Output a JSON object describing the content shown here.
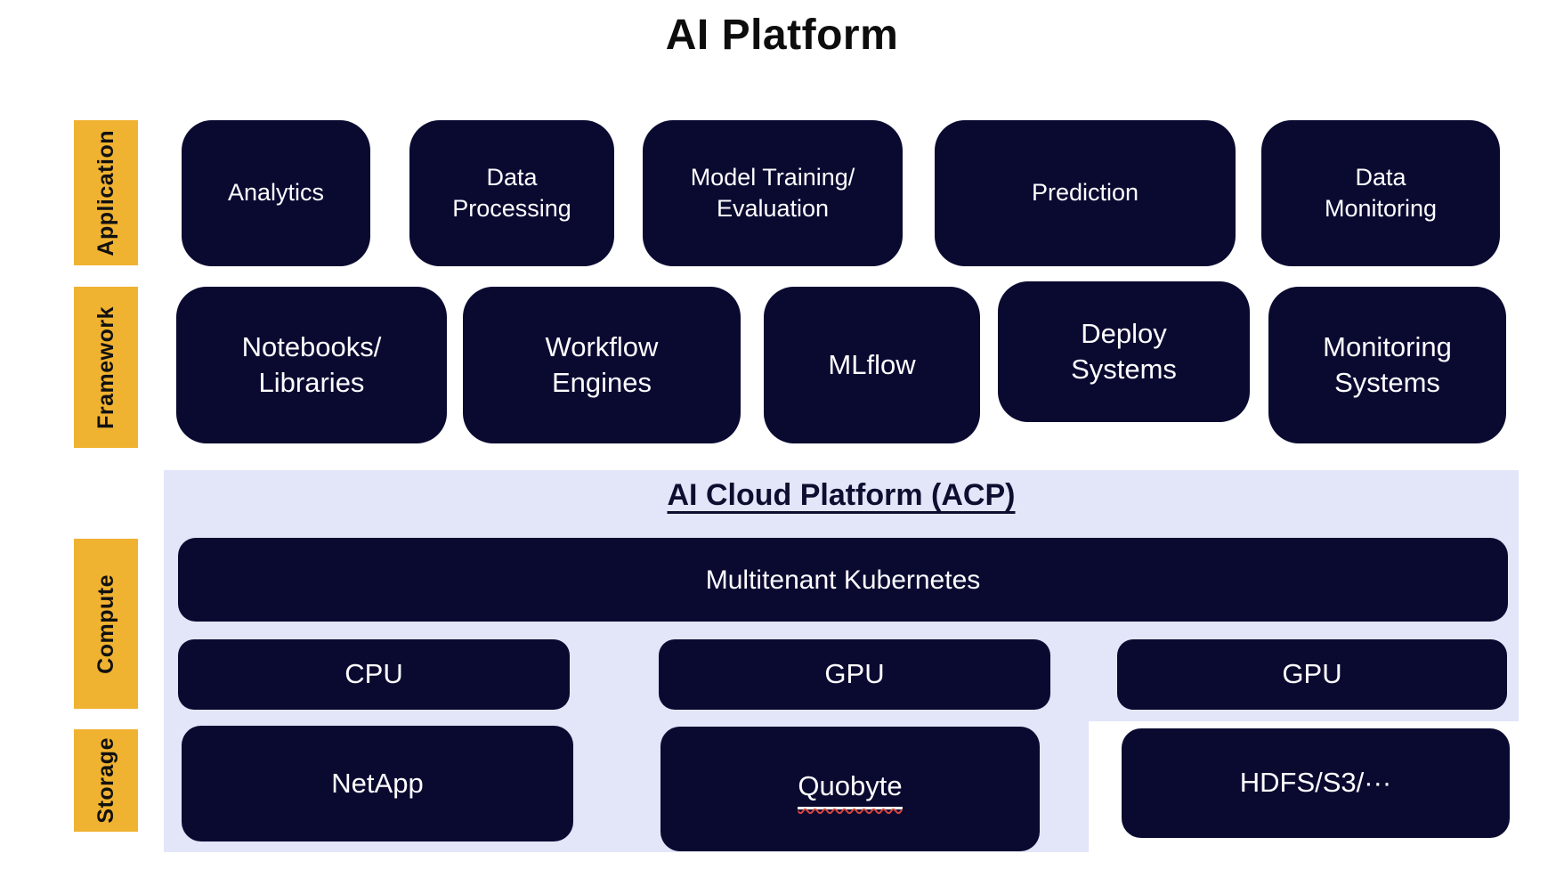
{
  "title": "AI Platform",
  "layers": {
    "application": "Application",
    "framework": "Framework",
    "compute": "Compute",
    "storage": "Storage"
  },
  "acp": {
    "title": "AI Cloud Platform (ACP)"
  },
  "application_row": {
    "analytics": "Analytics",
    "data_processing": "Data\nProcessing",
    "model_training": "Model Training/\nEvaluation",
    "prediction": "Prediction",
    "data_monitoring": "Data\nMonitoring"
  },
  "framework_row": {
    "notebooks": "Notebooks/\nLibraries",
    "workflow": "Workflow\nEngines",
    "mlflow": "MLflow",
    "deploy": "Deploy\nSystems",
    "monitoring": "Monitoring\nSystems"
  },
  "compute_row": {
    "kubernetes": "Multitenant Kubernetes",
    "cpu": "CPU",
    "gpu_1": "GPU",
    "gpu_2": "GPU"
  },
  "storage_row": {
    "netapp": "NetApp",
    "quobyte": "Quobyte",
    "hdfs": "HDFS/S3/···"
  },
  "colors": {
    "box_navy": "#0a0a31",
    "layer_yellow": "#f0b231",
    "acp_lavender": "#e3e5f9",
    "box_text_white": "#fdfdff",
    "title_black": "#0d0d0d",
    "spellcheck_red": "#d7453c"
  }
}
